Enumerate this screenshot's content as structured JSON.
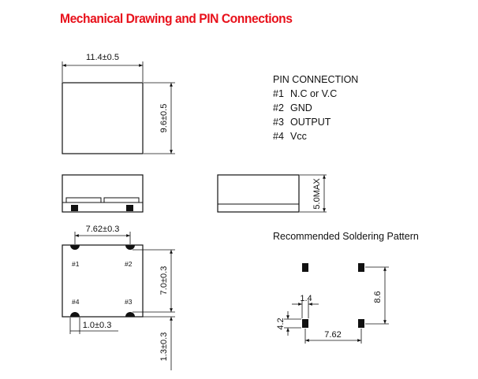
{
  "title": "Mechanical Drawing and PIN Connections",
  "top_view": {
    "width_label": "11.4±0.5",
    "height_label": "9.6±0.5"
  },
  "side_view": {
    "height_label": "5.0MAX"
  },
  "bottom_view": {
    "pin_spacing_label": "7.62±0.3",
    "vertical_spacing_label": "7.0±0.3",
    "pad_width_label": "1.0±0.3",
    "pad_height_label": "1.3±0.3",
    "pins": [
      "#1",
      "#2",
      "#3",
      "#4"
    ]
  },
  "pin_connection": {
    "heading": "PIN CONNECTION",
    "pins": [
      {
        "num": "#1",
        "name": "N.C or V.C"
      },
      {
        "num": "#2",
        "name": "GND"
      },
      {
        "num": "#3",
        "name": "OUTPUT"
      },
      {
        "num": "#4",
        "name": "Vcc"
      }
    ]
  },
  "soldering": {
    "heading": "Recommended Soldering Pattern",
    "pad_width": "1.4",
    "pad_height": "4.2",
    "horizontal": "7.62",
    "vertical": "8.6"
  },
  "colors": {
    "title": "#e8111b",
    "line": "#111111"
  }
}
